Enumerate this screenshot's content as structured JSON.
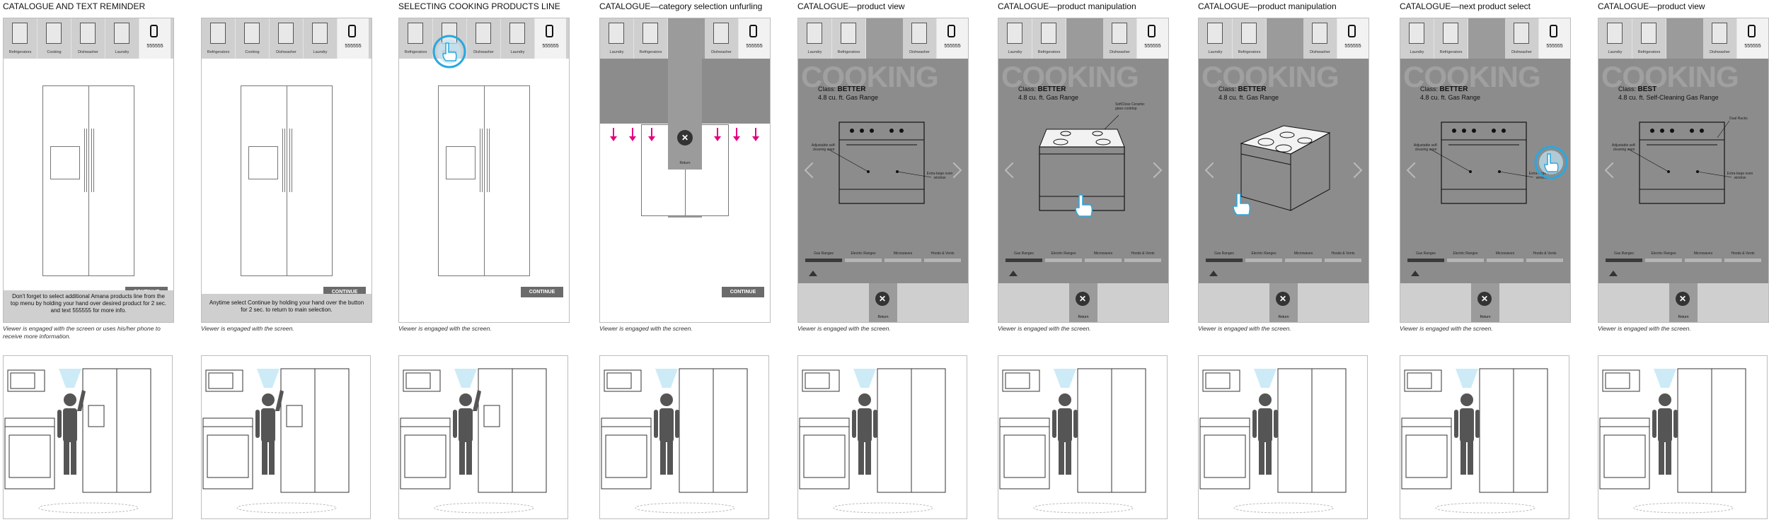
{
  "panels": [
    {
      "title": "CATALOGUE AND TEXT REMINDER",
      "caption": "Viewer is engaged with the screen or uses his/her phone to receive more information.",
      "note": "Don't forget to select additional Amana products line from the top menu by holding your hand over desired product  for 2 sec. and text 555555 for more info.",
      "button": "CONTINUE"
    },
    {
      "title": "",
      "caption": "Viewer is engaged with the screen.",
      "note": "Anytime select Continue by holding your hand over the button for 2 sec. to return to main selection.",
      "button": "CONTINUE"
    },
    {
      "title": "SELECTING COOKING PRODUCTS LINE",
      "caption": "Viewer is engaged with the screen.",
      "button": "CONTINUE"
    },
    {
      "title": "CATALOGUE—category selection unfurling",
      "caption": "Viewer is engaged with the screen.",
      "button": "CONTINUE",
      "return": "Return"
    },
    {
      "title": "CATALOGUE—product view",
      "caption": "Viewer is engaged with the screen.",
      "class": "BETTER",
      "desc": "4.8 cu. ft. Gas Range"
    },
    {
      "title": "CATALOGUE—product manipulation",
      "caption": "Viewer is engaged with the screen.",
      "class": "BETTER",
      "desc": "4.8 cu. ft. Gas Range"
    },
    {
      "title": "CATALOGUE—product manipulation",
      "caption": "Viewer is engaged with the screen.",
      "class": "BETTER",
      "desc": "4.8 cu. ft. Gas Range"
    },
    {
      "title": "CATALOGUE—next product select",
      "caption": "Viewer is engaged with the screen.",
      "class": "BETTER",
      "desc": "4.8 cu. ft. Gas Range"
    },
    {
      "title": "CATALOGUE—product view",
      "caption": "Viewer is engaged with the screen.",
      "class": "BEST",
      "desc": "4.8 cu. ft. Self-Cleaning Gas Range"
    }
  ],
  "tabs": {
    "refrigerators": "Refrigerators",
    "cooking": "Cooking",
    "dishwasher": "Dishwasher",
    "laundry": "Laundry",
    "phone": "555555"
  },
  "product": {
    "word": "COOKING",
    "class_label": "Class:",
    "return": "Return",
    "categories": [
      "Gas Ranges",
      "Electric Ranges",
      "Microwaves",
      "Hoods & Vents"
    ],
    "callouts": {
      "left": "Adjustable self-cleaning oven",
      "right": "Extra-large oven window",
      "top": "SoftClose Ceramic glass cooktop",
      "best": "Dual Racks"
    }
  }
}
